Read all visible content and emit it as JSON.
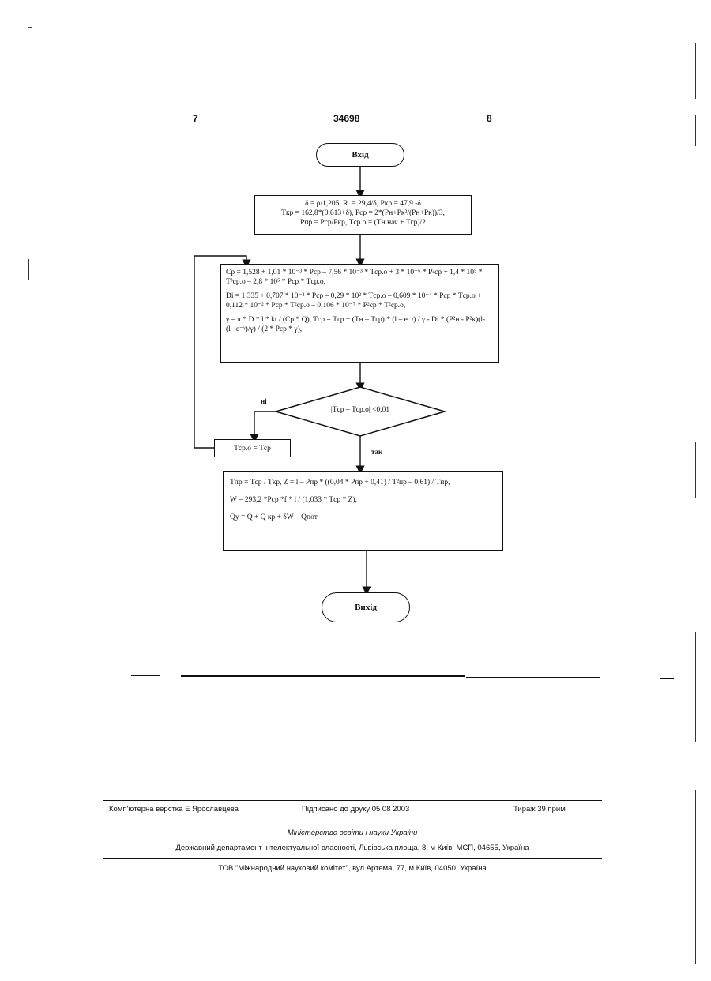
{
  "header": {
    "page_left": "7",
    "doc_number": "34698",
    "page_right": "8"
  },
  "flowchart": {
    "start_label": "Вхід",
    "init_line1": "δ = ρ/1,205, R. = 29,4/δ, Pкр = 47,9 -δ",
    "init_line2": "Tкр = 162,8*(0,613+δ), Pср = 2*(Pн+Pк²/(Pн+Pк))/3,",
    "init_line3": "Pпр = Pср/Pкр, Tср.о = (Tн.нач + Tгр)/2",
    "calc_cp": "Cр = 1,528 + 1,01 * 10⁻³ * Pср – 7,56 * 10⁻³ * Tср.о + 3 * 10⁻⁶ * P²ср + 1,4 * 10⁵ * T³ср.о – 2,8 * 10⁵ * Pср * Tср.о,",
    "calc_di": "Di = 1,335 + 0,707 * 10⁻² * Pср – 0,29 * 10² * Tср.о – 0,609 * 10⁻⁴ * Pср * Tср.о + 0,112 * 10⁻² * Pср * T²ср.о – 0,106 * 10⁻⁷ * P²ср * T²ср.о,",
    "calc_gamma": "γ = π * D * l * kt / (Cр * Q), Tср = Tгр + (Tн – Tгр) * (l – e⁻ᵞ) / γ - Di * (P²н - P²к)(l- (l– e⁻ᵞ)/γ) / (2 * Pср * γ),",
    "decision": "|Tср – Tср.о| <0,01",
    "no_label": "ні",
    "yes_label": "так",
    "update": "Tср.о = Tср",
    "final_line1": "Tпр = Tср / Tкр, Z = l – Pпр * ((0,04 * Pпр + 0,41) / T²пр – 0,61) / Tпр,",
    "final_line2": "W = 293,2 *Pср *f * l / (1,033 * Tср * Z),",
    "final_line3": "Qу = Q + Q кр + δW – Qпот",
    "end_label": "Вихід"
  },
  "footer": {
    "layout": "Комп'ютерна верстка Е Ярославцева",
    "signed": "Підписано до друку 05 08 2003",
    "circulation": "Тираж 39 прим",
    "ministry": "Міністерство освіти і науки України",
    "department": "Державний департамент інтелектуальної власності, Львівська площа, 8, м Київ, МСП, 04655, Україна",
    "publisher": "ТОВ \"Міжнародний науковий комітет\", вул Артема, 77, м Київ, 04050, Україна"
  }
}
